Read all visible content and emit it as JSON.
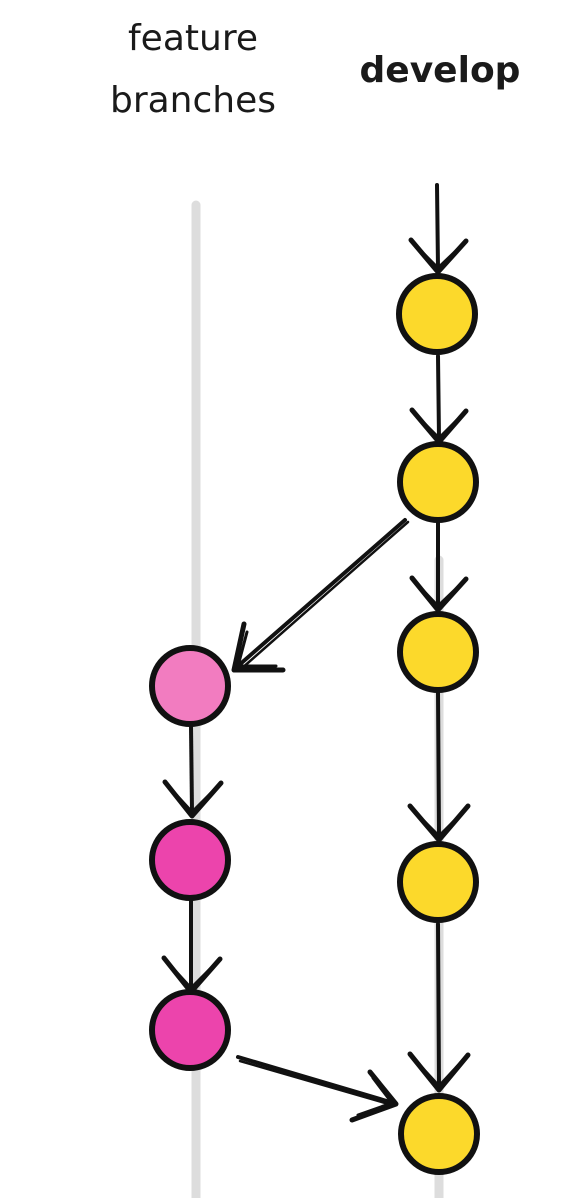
{
  "labels": {
    "feature_line1": "feature",
    "feature_line2": "branches",
    "develop": "develop"
  },
  "colors": {
    "feature_lane": "#d8d8d8",
    "develop_lane": "#d8d8d8",
    "develop_commit": "#fcd92b",
    "feature_commit_first": "#f27cc0",
    "feature_commit": "#ec44ac",
    "stroke": "#111111"
  },
  "develop_commits": [
    "d1",
    "d2",
    "d3",
    "d4",
    "d5"
  ],
  "feature_commits": [
    "f1",
    "f2",
    "f3"
  ],
  "edges": [
    {
      "from": "start",
      "to": "d1"
    },
    {
      "from": "d1",
      "to": "d2"
    },
    {
      "from": "d2",
      "to": "d3"
    },
    {
      "from": "d3",
      "to": "d4"
    },
    {
      "from": "d4",
      "to": "d5"
    },
    {
      "from": "d2",
      "to": "f1",
      "kind": "branch"
    },
    {
      "from": "f1",
      "to": "f2"
    },
    {
      "from": "f2",
      "to": "f3"
    },
    {
      "from": "f3",
      "to": "d5",
      "kind": "merge"
    }
  ]
}
